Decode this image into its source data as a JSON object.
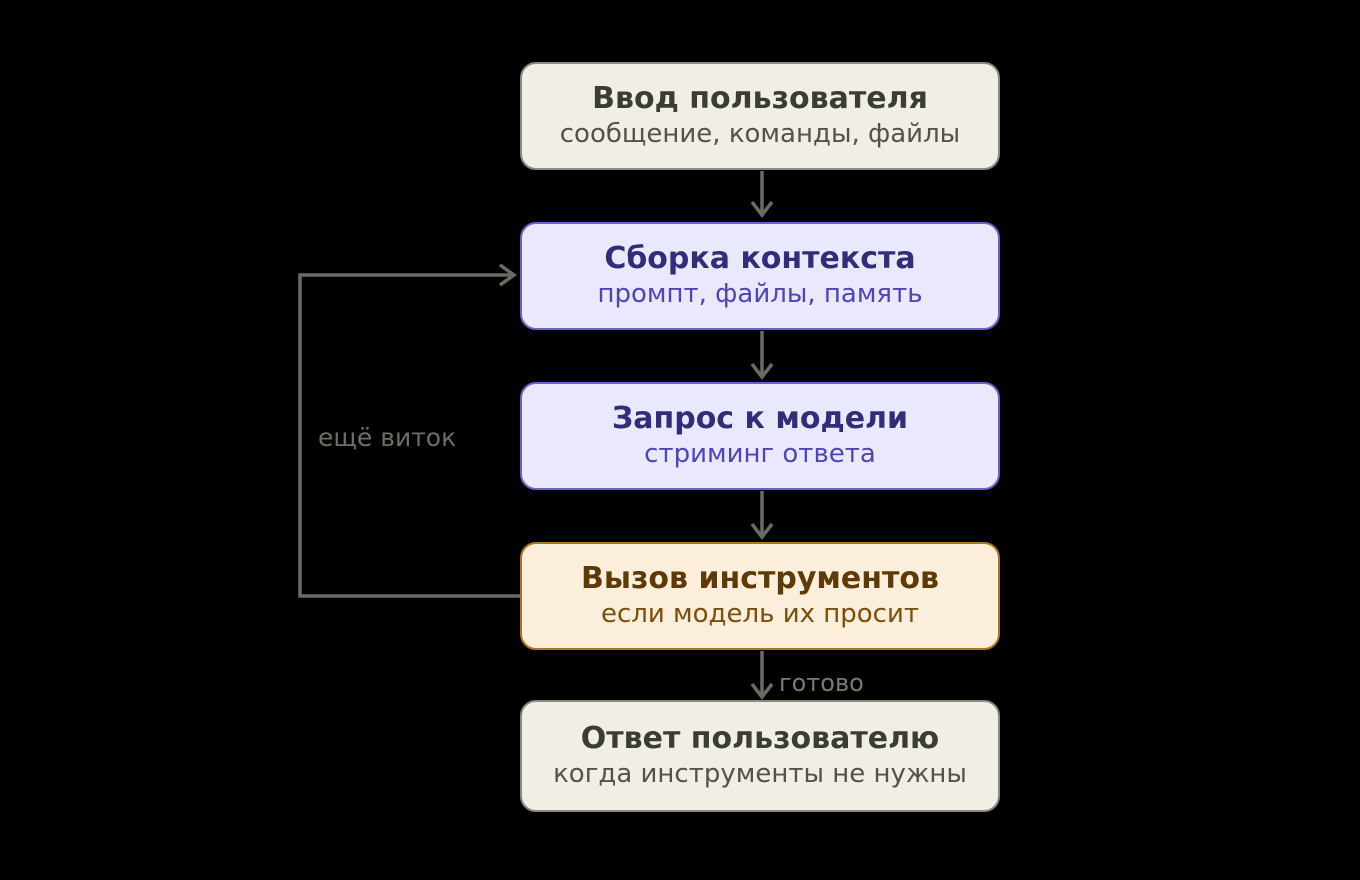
{
  "diagram": {
    "background_color": "#000000",
    "arrow_color": "#6b6b64",
    "nodes": [
      {
        "id": "user-input",
        "title": "Ввод пользователя",
        "subtitle": "сообщение, команды, файлы",
        "style": "cream",
        "fill": "#f0eee5",
        "border_color": "#89897f",
        "title_color": "#3c3c37",
        "subtitle_color": "#53534c"
      },
      {
        "id": "context-assembly",
        "title": "Сборка контекста",
        "subtitle": "промпт, файлы, память",
        "style": "lavender",
        "fill": "#eae8fc",
        "border_color": "#6a5fc9",
        "title_color": "#322d7a",
        "subtitle_color": "#5044b8"
      },
      {
        "id": "model-request",
        "title": "Запрос к модели",
        "subtitle": "стриминг ответа",
        "style": "lavender",
        "fill": "#eae8fc",
        "border_color": "#6a5fc9",
        "title_color": "#322d7a",
        "subtitle_color": "#5044b8"
      },
      {
        "id": "tool-call",
        "title": "Вызов инструментов",
        "subtitle": "если модель их просит",
        "style": "orange",
        "fill": "#fbeeda",
        "border_color": "#a9761e",
        "title_color": "#5d3a07",
        "subtitle_color": "#7b4f10"
      },
      {
        "id": "user-answer",
        "title": "Ответ пользователю",
        "subtitle": "когда инструменты не нужны",
        "style": "cream",
        "fill": "#f0eee5",
        "border_color": "#89897f",
        "title_color": "#3c3c37",
        "subtitle_color": "#53534c"
      }
    ],
    "edge_labels": {
      "done": "готово",
      "loop": "ещё виток"
    }
  }
}
